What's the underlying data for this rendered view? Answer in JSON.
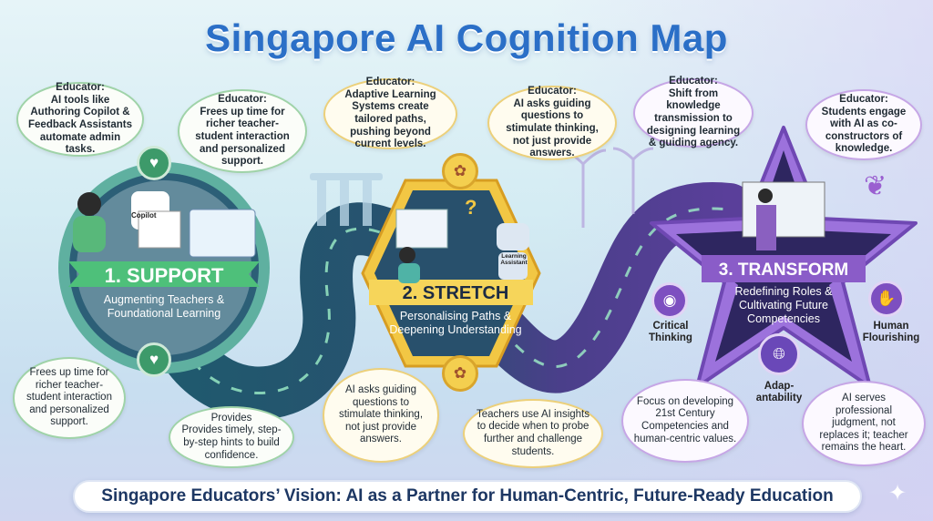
{
  "title": "Singapore AI Cognition Map",
  "stages": [
    {
      "title": "1. SUPPORT",
      "subtitle": "Augmenting Teachers & Foundational Learning",
      "badge": "Copilot",
      "color": "#3a9a6a"
    },
    {
      "title": "2. STRETCH",
      "subtitle": "Personalising Paths & Deepening Understanding",
      "badge": "Learning Assistant",
      "color": "#f0c53a"
    },
    {
      "title": "3. TRANSFORM",
      "subtitle": "Redefining Roles & Cultivating Future Competencies",
      "color": "#8a5cc8"
    }
  ],
  "competencies": {
    "critical": "Critical Thinking",
    "human": "Human Flourishing",
    "adapt": "Adap- antability"
  },
  "bubbles": {
    "b1": {
      "head": "Educator:",
      "text": "AI tools like Authoring Copilot & Feedback Assistants automate admin tasks."
    },
    "b2": {
      "head": "Educator:",
      "text": "Frees up time for richer teacher-student interaction and personalized support."
    },
    "b3": {
      "head": "Educator:",
      "text": "Adaptive Learning Systems create tailored paths, pushing beyond current levels."
    },
    "b4": {
      "head": "Educator:",
      "text": "AI asks guiding questions to stimulate thinking, not just provide answers."
    },
    "b5": {
      "head": "Educator:",
      "text": "Shift from knowledge transmission to designing learning & guiding agency."
    },
    "b6": {
      "head": "Educator:",
      "text": "Students engage with AI as co-constructors of knowledge."
    },
    "b7": {
      "text": "Frees up time for richer teacher-student interaction and personalized support."
    },
    "b8": {
      "head": "Provides",
      "text": "Provides timely, step-by-step hints to build confidence."
    },
    "b9": {
      "text": "AI asks guiding questions to stimulate thinking, not just provide answers."
    },
    "b10": {
      "text": "Teachers use AI insights to decide when to probe further and challenge students."
    },
    "b11": {
      "text": "Focus on developing 21st Century Competencies and human-centric values."
    },
    "b12": {
      "text": "AI serves professional judgment, not replaces it; teacher remains the heart."
    }
  },
  "footer": "Singapore Educators’ Vision: AI as a Partner for Human-Centric, Future-Ready Education"
}
